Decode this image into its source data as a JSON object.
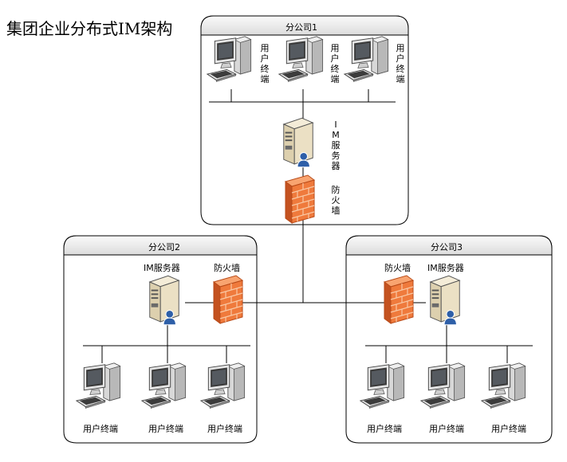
{
  "title": "集团企业分布式IM架构",
  "branches": [
    {
      "name": "分公司1",
      "terminal_label": "用户终端",
      "server_label": "IM服务器",
      "firewall_label": "防火墙"
    },
    {
      "name": "分公司2",
      "terminal_label": "用户终端",
      "server_label": "IM服务器",
      "firewall_label": "防火墙"
    },
    {
      "name": "分公司3",
      "terminal_label": "用户终端",
      "server_label": "IM服务器",
      "firewall_label": "防火墙"
    }
  ],
  "colors": {
    "box_border": "#000000",
    "header_fill": "#e8e8e8",
    "firewall": "#f07a35",
    "firewall_dark": "#c4501a",
    "server_body": "#e8dcc0",
    "monitor": "#4a4a4a"
  }
}
